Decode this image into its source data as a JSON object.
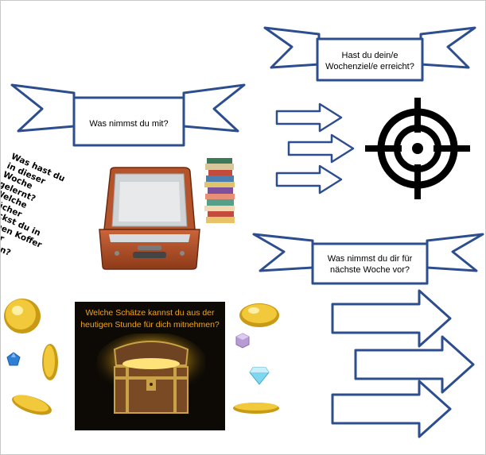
{
  "colors": {
    "banner_outline": "#2d4e8e",
    "arrow_outline": "#2d4e8e",
    "target": "#000000",
    "caption_orange": "#f2a41c",
    "suitcase": "#b5532a",
    "gold": "#e3b421"
  },
  "banners": {
    "left": {
      "text": "Was nimmst du mit?"
    },
    "top_right": {
      "line1": "Hast du dein/e",
      "line2": "Wochenziel/e erreicht?"
    },
    "mid_right": {
      "line1": "Was nimmst du dir für",
      "line2": "nächste Woche vor?"
    }
  },
  "questions_text": [
    "Was hast du",
    "in dieser",
    "Woche",
    "gelernt?",
    "Welche",
    "Bücher",
    "packst du in",
    "deinen Koffer",
    "voller",
    "Wissen?"
  ],
  "treasure": {
    "line1": "Welche Schätze kannst du aus der",
    "line2": "heutigen Stunde für dich mitnehmen?"
  },
  "icons": [
    "target-icon",
    "suitcase-icon",
    "book-stack-icon",
    "treasure-chest-icon",
    "gold-coin-icon",
    "gem-icon",
    "arrow-right-icon"
  ]
}
